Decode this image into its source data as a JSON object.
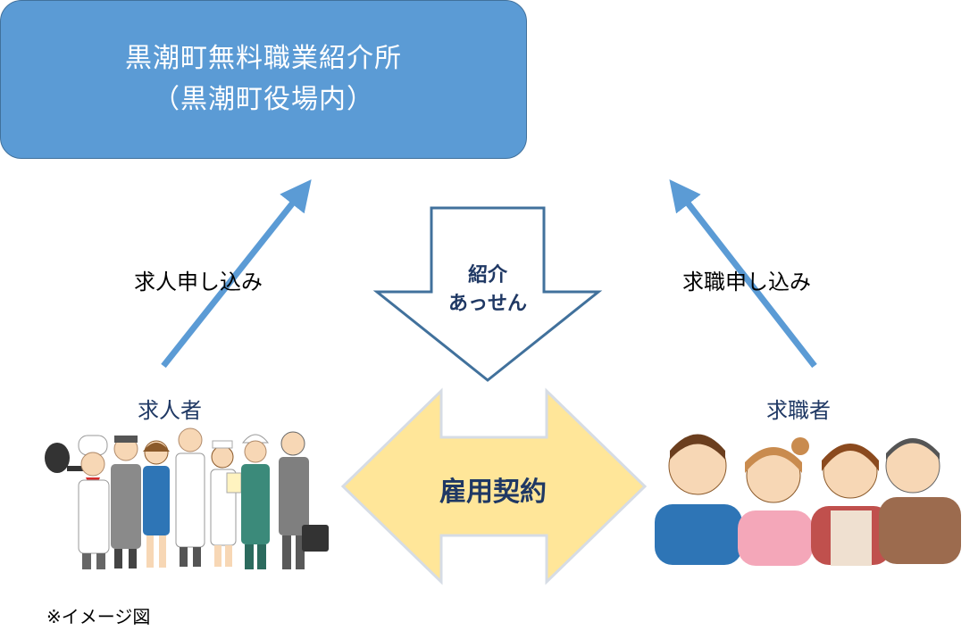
{
  "office": {
    "line1": "黒潮町無料職業紹介所",
    "line2": "（黒潮町役場内）"
  },
  "left_arrow_label": "求人申し込み",
  "right_arrow_label": "求職申し込み",
  "center_arrow": {
    "line1": "紹介",
    "line2": "あっせん"
  },
  "employers_label": "求人者",
  "job_seekers_label": "求職者",
  "contract_label": "雇用契約",
  "note": "※イメージ図",
  "colors": {
    "office_fill": "#5b9bd5",
    "arrow_blue": "#5b9bd5",
    "contract_fill": "#ffe699",
    "dark_text": "#1f3864"
  }
}
